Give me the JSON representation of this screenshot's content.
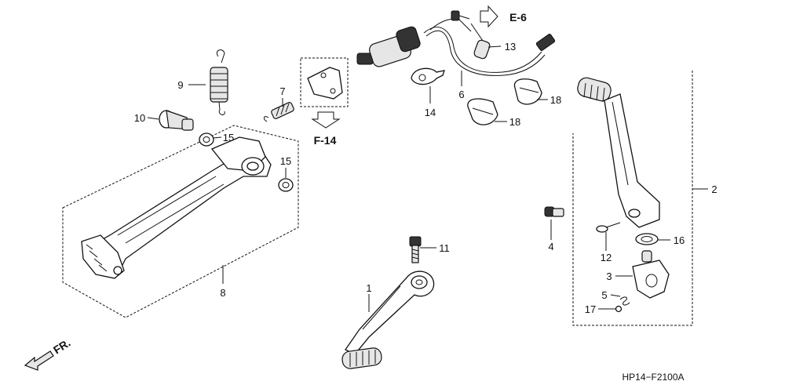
{
  "diagram": {
    "callouts": {
      "p1": "1",
      "p2": "2",
      "p3": "3",
      "p4": "4",
      "p5": "5",
      "p6": "6",
      "p7": "7",
      "p8": "8",
      "p9": "9",
      "p10": "10",
      "p11": "11",
      "p12": "12",
      "p13": "13",
      "p14": "14",
      "p15a": "15",
      "p15b": "15",
      "p16": "16",
      "p17": "17",
      "p18a": "18",
      "p18b": "18"
    },
    "references": {
      "f14": "F-14",
      "e6": "E-6"
    },
    "direction_label": "FR.",
    "figure_code": "HP14−F2100A"
  }
}
